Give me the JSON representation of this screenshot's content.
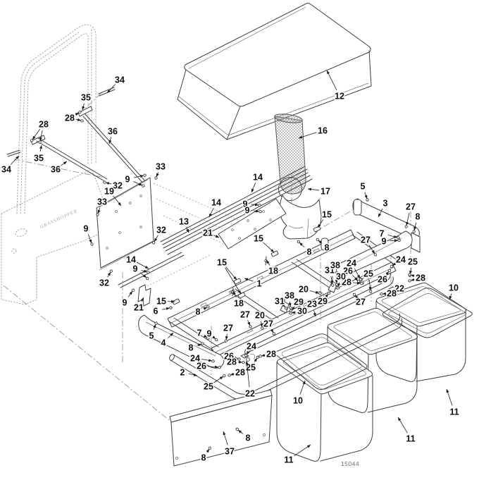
{
  "meta": {
    "drawing_number": "15044",
    "brand_decal": "GRASSHOPPER",
    "description": "Exploded parts diagram of a mower grass collection system with cover, blower tube, frame, door panels and three collection bins"
  },
  "colors": {
    "line": "#3f3f3f",
    "ghost": "#a9a9a9",
    "label": "#0d0d0d",
    "background": "#ffffff"
  },
  "callout_format": "each item = [part_number, label_x, label_y, [[target_x, target_y], ...]]",
  "fastener_parts": [
    "5",
    "6",
    "7",
    "8",
    "9",
    "20",
    "24",
    "25",
    "26",
    "27",
    "28",
    "29",
    "30",
    "31",
    "32",
    "33",
    "38"
  ],
  "callouts": [
    [
      "34",
      170,
      113,
      [
        [
          152,
          132
        ]
      ]
    ],
    [
      "35",
      122,
      138,
      [
        [
          117,
          156
        ]
      ]
    ],
    [
      "28",
      99,
      167,
      [
        [
          112,
          160
        ],
        [
          115,
          171
        ]
      ]
    ],
    [
      "36",
      160,
      186,
      [
        [
          155,
          204
        ]
      ]
    ],
    [
      "28",
      62,
      176,
      [
        [
          46,
          198
        ],
        [
          57,
          200
        ]
      ]
    ],
    [
      "35",
      55,
      224,
      [
        [
          59,
          206
        ]
      ]
    ],
    [
      "34",
      9,
      240,
      [
        [
          27,
          221
        ]
      ]
    ],
    [
      "36",
      79,
      240,
      [
        [
          95,
          229
        ]
      ]
    ],
    [
      "33",
      228,
      236,
      [
        [
          222,
          251
        ]
      ]
    ],
    [
      "9",
      181,
      254,
      [
        [
          204,
          249
        ],
        [
          202,
          263
        ]
      ]
    ],
    [
      "32",
      167,
      263,
      [
        [
          150,
          259
        ]
      ]
    ],
    [
      "19",
      155,
      271,
      [
        [
          172,
          292
        ]
      ]
    ],
    [
      "33",
      145,
      286,
      [
        [
          139,
          303
        ]
      ]
    ],
    [
      "9",
      122,
      324,
      [
        [
          130,
          345
        ]
      ]
    ],
    [
      "32",
      229,
      326,
      [
        [
          219,
          343
        ]
      ]
    ],
    [
      "14",
      186,
      368,
      [
        [
          211,
          381
        ]
      ]
    ],
    [
      "9",
      192,
      381,
      [
        [
          209,
          386
        ],
        [
          208,
          394
        ]
      ]
    ],
    [
      "32",
      148,
      401,
      [
        [
          157,
          386
        ]
      ]
    ],
    [
      "9",
      177,
      429,
      [
        [
          188,
          413
        ]
      ]
    ],
    [
      "21",
      197,
      436,
      [
        [
          204,
          422
        ]
      ]
    ],
    [
      "14",
      307,
      287,
      [
        [
          297,
          308
        ]
      ]
    ],
    [
      "14",
      366,
      251,
      [
        [
          357,
          273
        ]
      ]
    ],
    [
      "9",
      348,
      289,
      [
        [
          367,
          291
        ]
      ]
    ],
    [
      "9",
      351,
      298,
      [
        [
          368,
          300
        ]
      ]
    ],
    [
      "13",
      261,
      314,
      [
        [
          268,
          330
        ]
      ]
    ],
    [
      "21",
      295,
      330,
      [
        [
          311,
          337
        ]
      ]
    ],
    [
      "15",
      367,
      338,
      [
        [
          389,
          358
        ]
      ]
    ],
    [
      "15",
      464,
      304,
      [
        [
          451,
          323
        ]
      ]
    ],
    [
      "15",
      315,
      372,
      [
        [
          336,
          397
        ],
        [
          342,
          417
        ]
      ]
    ],
    [
      "18",
      339,
      430,
      [
        [
          331,
          413
        ]
      ]
    ],
    [
      "18",
      388,
      384,
      [
        [
          378,
          369
        ]
      ]
    ],
    [
      "1",
      368,
      402,
      [
        [
          347,
          395
        ]
      ]
    ],
    [
      "8",
      439,
      357,
      [
        [
          425,
          344
        ]
      ]
    ],
    [
      "8",
      464,
      351,
      [
        [
          452,
          341
        ]
      ]
    ],
    [
      "5",
      515,
      264,
      [
        [
          521,
          282
        ]
      ]
    ],
    [
      "3",
      547,
      288,
      [
        [
          537,
          308
        ]
      ]
    ],
    [
      "27",
      583,
      293,
      [
        [
          577,
          320
        ]
      ]
    ],
    [
      "8",
      593,
      307,
      [
        [
          588,
          327
        ]
      ]
    ],
    [
      "7",
      542,
      331,
      [
        [
          564,
          337
        ]
      ]
    ],
    [
      "9",
      545,
      342,
      [
        [
          565,
          341
        ]
      ]
    ],
    [
      "27",
      519,
      340,
      [
        [
          532,
          360
        ]
      ]
    ],
    [
      "24",
      569,
      368,
      [
        [
          557,
          377
        ]
      ]
    ],
    [
      "25",
      586,
      371,
      [
        [
          582,
          389
        ]
      ]
    ],
    [
      "28",
      597,
      394,
      [
        [
          583,
          390
        ],
        [
          583,
          398
        ]
      ]
    ],
    [
      "26",
      543,
      396,
      [
        [
          552,
          385
        ]
      ]
    ],
    [
      "22",
      567,
      409,
      [
        [
          561,
          416
        ]
      ]
    ],
    [
      "28",
      556,
      416,
      [
        [
          543,
          417
        ]
      ]
    ],
    [
      "10",
      644,
      408,
      [
        [
          638,
          425
        ]
      ]
    ],
    [
      "24",
      499,
      373,
      [
        [
          511,
          395
        ]
      ]
    ],
    [
      "26",
      494,
      384,
      [
        [
          508,
          398
        ]
      ]
    ],
    [
      "28",
      492,
      400,
      [
        [
          512,
          402
        ]
      ]
    ],
    [
      "25",
      523,
      388,
      [
        [
          526,
          412
        ]
      ]
    ],
    [
      "31",
      468,
      383,
      [
        [
          472,
          403
        ]
      ]
    ],
    [
      "38",
      476,
      376,
      [
        [
          478,
          402
        ]
      ]
    ],
    [
      "30",
      484,
      392,
      [
        [
          480,
          407
        ]
      ]
    ],
    [
      "20",
      431,
      410,
      [
        [
          453,
          416
        ]
      ]
    ],
    [
      "29",
      458,
      427,
      [
        [
          466,
          417
        ]
      ]
    ],
    [
      "27",
      512,
      428,
      [
        [
          504,
          419
        ]
      ]
    ],
    [
      "23",
      443,
      431,
      [
        [
          448,
          449
        ]
      ]
    ],
    [
      "31",
      397,
      427,
      [
        [
          405,
          436
        ]
      ]
    ],
    [
      "38",
      411,
      419,
      [
        [
          412,
          435
        ]
      ]
    ],
    [
      "29",
      424,
      428,
      [
        [
          414,
          440
        ]
      ]
    ],
    [
      "30",
      429,
      441,
      [
        [
          414,
          444
        ]
      ]
    ],
    [
      "27",
      381,
      459,
      [
        [
          388,
          472
        ]
      ]
    ],
    [
      "6",
      221,
      441,
      [
        [
          241,
          437
        ]
      ]
    ],
    [
      "15",
      229,
      427,
      [
        [
          248,
          428
        ]
      ]
    ],
    [
      "8",
      281,
      442,
      [
        [
          294,
          436
        ]
      ]
    ],
    [
      "5",
      215,
      476,
      [
        [
          221,
          460
        ]
      ]
    ],
    [
      "4",
      232,
      486,
      [
        [
          246,
          472
        ]
      ]
    ],
    [
      "7",
      283,
      472,
      [
        [
          294,
          479
        ]
      ]
    ],
    [
      "9",
      297,
      473,
      [
        [
          306,
          481
        ]
      ]
    ],
    [
      "8",
      271,
      493,
      [
        [
          286,
          488
        ]
      ]
    ],
    [
      "27",
      324,
      465,
      [
        [
          321,
          482
        ]
      ]
    ],
    [
      "27",
      348,
      446,
      [
        [
          355,
          462
        ]
      ]
    ],
    [
      "20",
      369,
      447,
      [
        [
          372,
          464
        ]
      ]
    ],
    [
      "24",
      277,
      508,
      [
        [
          301,
          512
        ]
      ]
    ],
    [
      "26",
      286,
      519,
      [
        [
          310,
          521
        ]
      ]
    ],
    [
      "2",
      259,
      528,
      [
        [
          280,
          533
        ]
      ]
    ],
    [
      "28",
      341,
      528,
      [
        [
          327,
          532
        ]
      ]
    ],
    [
      "24",
      357,
      491,
      [
        [
          350,
          503
        ]
      ]
    ],
    [
      "26",
      325,
      505,
      [
        [
          338,
          509
        ]
      ]
    ],
    [
      "28",
      329,
      513,
      [
        [
          344,
          514
        ]
      ]
    ],
    [
      "25",
      356,
      521,
      [
        [
          365,
          508
        ]
      ]
    ],
    [
      "28",
      385,
      502,
      [
        [
          371,
          505
        ]
      ]
    ],
    [
      "25",
      296,
      548,
      [
        [
          317,
          534
        ]
      ]
    ],
    [
      "22",
      355,
      558,
      [
        [
          350,
          512
        ]
      ]
    ],
    [
      "10",
      423,
      568,
      [
        [
          433,
          540
        ]
      ]
    ],
    [
      "11",
      410,
      652,
      [
        [
          441,
          631
        ]
      ]
    ],
    [
      "11",
      583,
      622,
      [
        [
          565,
          592
        ]
      ]
    ],
    [
      "11",
      645,
      584,
      [
        [
          634,
          552
        ]
      ]
    ],
    [
      "37",
      326,
      640,
      [
        [
          317,
          612
        ]
      ]
    ],
    [
      "8",
      352,
      621,
      [
        [
          338,
          610
        ]
      ]
    ],
    [
      "8",
      289,
      649,
      [
        [
          297,
          637
        ]
      ]
    ],
    [
      "12",
      482,
      136,
      [
        [
          464,
          100
        ]
      ]
    ],
    [
      "16",
      458,
      185,
      [
        [
          424,
          196
        ]
      ]
    ],
    [
      "17",
      462,
      271,
      [
        [
          437,
          268
        ]
      ]
    ]
  ]
}
